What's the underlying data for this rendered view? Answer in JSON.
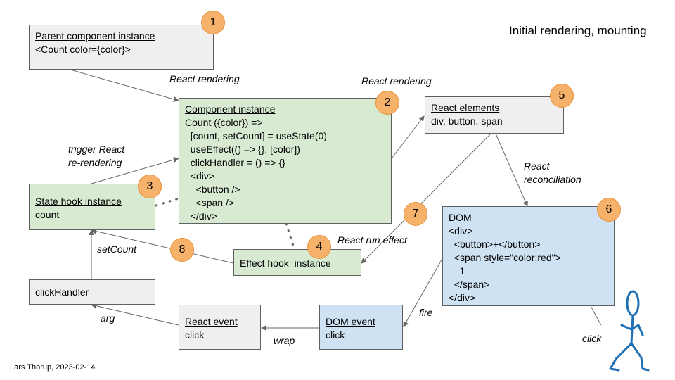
{
  "title": "Initial rendering, mounting",
  "footer": "Lars Thorup, 2023-02-14",
  "boxes": {
    "parent": {
      "header": "Parent component instance",
      "lines": [
        "<Count color={color}>"
      ]
    },
    "component": {
      "header": "Component instance",
      "lines": [
        "Count ({color}) =>",
        "  [count, setCount] = useState(0)",
        "  useEffect(() => {}, [color])",
        "  clickHandler = () => {}",
        "  <div>",
        "    <button />",
        "    <span />",
        "  </div>"
      ]
    },
    "elements": {
      "header": "React elements",
      "lines": [
        "div, button, span"
      ]
    },
    "state": {
      "header": "State hook  instance",
      "lines": [
        "count"
      ]
    },
    "effect": {
      "header": "",
      "lines": [
        "Effect hook  instance"
      ]
    },
    "dom": {
      "header": "DOM",
      "lines": [
        "<div>",
        "  <button>+</button>",
        "  <span style=\"color:red\">",
        "    1",
        "  </span>",
        "</div>"
      ]
    },
    "clickhandler": {
      "header": "",
      "lines": [
        "clickHandler"
      ]
    },
    "reactevent": {
      "header": "React event",
      "lines": [
        "click"
      ]
    },
    "domevent": {
      "header": "DOM event",
      "lines": [
        "click"
      ]
    }
  },
  "badges": [
    "1",
    "2",
    "3",
    "4",
    "5",
    "6",
    "7",
    "8"
  ],
  "edge_labels": {
    "react_rendering_1": "React rendering",
    "react_rendering_2": "React rendering",
    "trigger_1": "trigger React",
    "trigger_2": "re-rendering",
    "reconciliation_1": "React",
    "reconciliation_2": "reconciliation",
    "run_effect": "React run effect",
    "set_count": "setCount",
    "fire": "fire",
    "arg": "arg",
    "wrap": "wrap",
    "click": "click"
  },
  "colors": {
    "gray": "#efefef",
    "green": "#d9ead3",
    "blue": "#cfe2f3",
    "badge": "#f6b26b",
    "person": "#1f6fb5",
    "line": "#666666"
  },
  "icons": {
    "person": "stick-figure-icon"
  }
}
